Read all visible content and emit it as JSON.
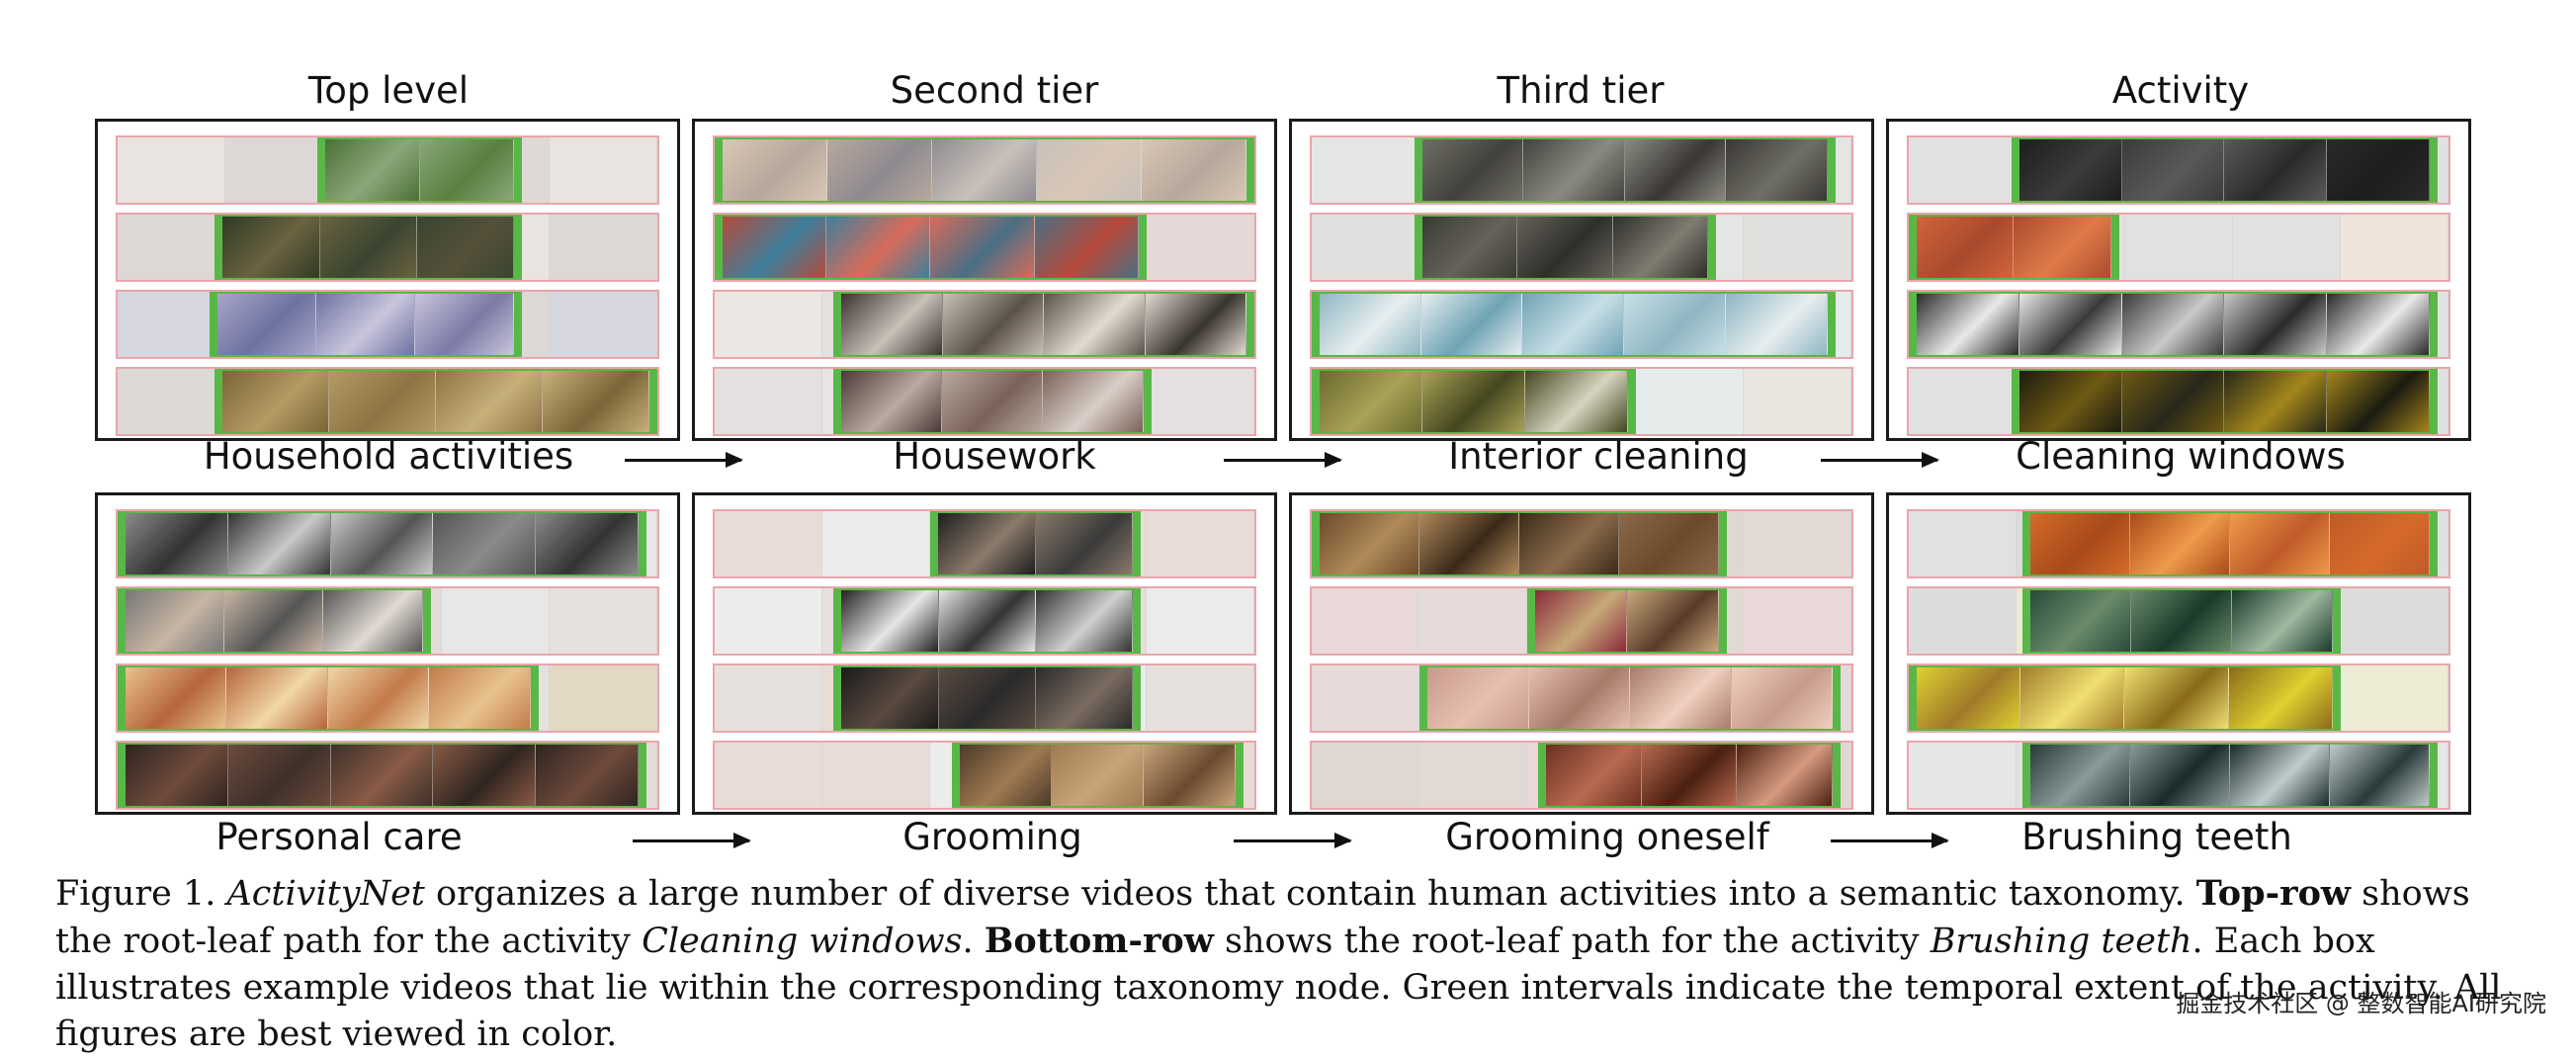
{
  "tiers": [
    "Top level",
    "Second tier",
    "Third tier",
    "Activity"
  ],
  "top_path": [
    "Household activities",
    "Housework",
    "Interior cleaning",
    "Cleaning windows"
  ],
  "bottom_path": [
    "Personal care",
    "Grooming",
    "Grooming oneself",
    "Brushing teeth"
  ],
  "caption": {
    "fig": "Figure 1.",
    "t1": "ActivityNet",
    "t2": " organizes a large number of diverse videos that contain human activities into a semantic taxonomy. ",
    "t3": "Top-row",
    "t4": " shows the root-leaf path for the activity ",
    "t5": "Cleaning windows",
    "t6": ". ",
    "t7": "Bottom-row",
    "t8": " shows the root-leaf path for the activity ",
    "t9": "Brushing teeth",
    "t10": ". Each box illustrates example videos that lie within the corresponding taxonomy node. Green intervals indicate the temporal extent of the activity. All figures are best viewed in color."
  },
  "watermark": "掘金技术社区 @ 整数智能AI研究院",
  "colors": {
    "highlight": "#58b847",
    "border": "#1a1a1a",
    "faded_row": "#e8a6ab"
  }
}
